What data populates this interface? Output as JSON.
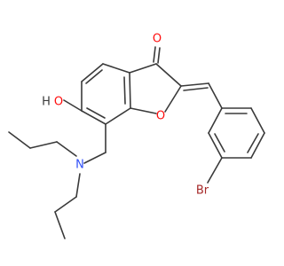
{
  "molecule": {
    "atoms": [
      {
        "symbol": "O",
        "color": "#ff0d0d"
      },
      {
        "symbol": "O",
        "color": "#ff0d0d"
      },
      {
        "symbol": "H",
        "color": "#3a3a3a"
      },
      {
        "symbol": "O",
        "color": "#ff0d0d"
      },
      {
        "symbol": "N",
        "color": "#3050f8"
      },
      {
        "symbol": "Br",
        "color": "#a62929"
      }
    ]
  },
  "colors": {
    "bond": "#3a3a3a",
    "oxygen": "#ff0d0d",
    "nitrogen": "#3050f8",
    "bromine": "#a62929",
    "background": "#ffffff"
  }
}
